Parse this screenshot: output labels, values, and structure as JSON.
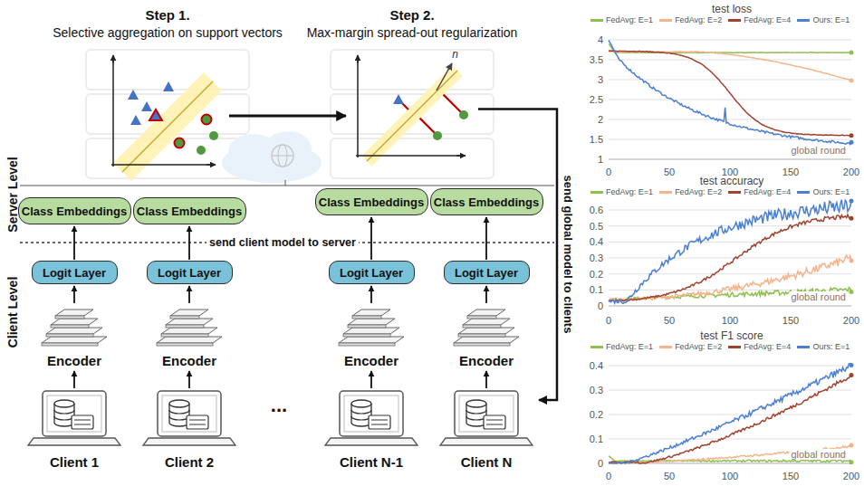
{
  "diagram": {
    "nodes": [
      {
        "text": [
          "Step 1.",
          "Selective aggregation on support vectors"
        ]
      },
      {
        "text": [
          "Step 2.",
          "Max-margin spread-out regularization"
        ]
      },
      {
        "text": [
          "Class Embeddings"
        ]
      },
      {
        "text": [
          "Class Embeddings"
        ]
      },
      {
        "text": [
          "Class Embeddings"
        ]
      },
      {
        "text": [
          "Class Embeddings"
        ]
      },
      {
        "text": [
          "Logit Layer"
        ]
      },
      {
        "text": [
          "Logit Layer"
        ]
      },
      {
        "text": [
          "Logit Layer"
        ]
      },
      {
        "text": [
          "Logit Layer"
        ]
      },
      {
        "text": [
          "Encoder"
        ]
      },
      {
        "text": [
          "Encoder"
        ]
      },
      {
        "text": [
          "Encoder"
        ]
      },
      {
        "text": [
          "Encoder"
        ]
      },
      {
        "text": [
          "Client 1"
        ]
      },
      {
        "text": [
          "Client 2"
        ]
      },
      {
        "text": [
          "Client N-1"
        ]
      },
      {
        "text": [
          "Client N"
        ]
      }
    ],
    "edges": [
      {
        "from": 0,
        "to": 1,
        "arrow": "to"
      },
      {
        "from": 1,
        "to": 17,
        "arrow": "to",
        "label": "send global model to clients"
      },
      {
        "from": 14,
        "to": 10,
        "arrow": "to"
      },
      {
        "from": 15,
        "to": 11,
        "arrow": "to"
      },
      {
        "from": 16,
        "to": 12,
        "arrow": "to"
      },
      {
        "from": 17,
        "to": 13,
        "arrow": "to"
      },
      {
        "from": 10,
        "to": 6,
        "arrow": "to"
      },
      {
        "from": 11,
        "to": 7,
        "arrow": "to"
      },
      {
        "from": 12,
        "to": 8,
        "arrow": "to"
      },
      {
        "from": 13,
        "to": 9,
        "arrow": "to"
      },
      {
        "from": 6,
        "to": 2,
        "arrow": "to"
      },
      {
        "from": 7,
        "to": 3,
        "arrow": "to"
      },
      {
        "from": 8,
        "to": 4,
        "arrow": "to"
      },
      {
        "from": 9,
        "to": 5,
        "arrow": "to"
      }
    ],
    "labels": [
      "Server Level",
      "Client Level",
      "send client model to server",
      "...",
      "n⃗",
      "test loss",
      "4",
      "3.5",
      "3",
      "2.5",
      "2",
      "1.5",
      "1",
      "0",
      "50",
      "100",
      "150",
      "200",
      "global round",
      "test accuracy",
      "0.6",
      "0.5",
      "0.4",
      "0.3",
      "0.2",
      "0.1",
      "0",
      "0",
      "50",
      "100",
      "150",
      "200",
      "global round",
      "test F1 score",
      "0.4",
      "0.3",
      "0.2",
      "0.1",
      "0",
      "0",
      "50",
      "100",
      "150",
      "200",
      "global round"
    ],
    "legend": [
      {
        "text": "FedAvg: E=1",
        "color": "#8fbf4f"
      },
      {
        "text": "FedAvg: E=2",
        "color": "#f5b48c"
      },
      {
        "text": "FedAvg: E=4",
        "color": "#a0432e"
      },
      {
        "text": "Ours: E=1",
        "color": "#4a7fd4"
      },
      {
        "text": "FedAvg: E=1",
        "color": "#8fbf4f"
      },
      {
        "text": "FedAvg: E=2",
        "color": "#f5b48c"
      },
      {
        "text": "FedAvg: E=4",
        "color": "#a0432e"
      },
      {
        "text": "Ours: E=1",
        "color": "#4a7fd4"
      },
      {
        "text": "FedAvg: E=1",
        "color": "#8fbf4f"
      },
      {
        "text": "FedAvg: E=2",
        "color": "#f5b48c"
      },
      {
        "text": "FedAvg: E=4",
        "color": "#a0432e"
      },
      {
        "text": "Ours: E=1",
        "color": "#4a7fd4"
      }
    ]
  }
}
